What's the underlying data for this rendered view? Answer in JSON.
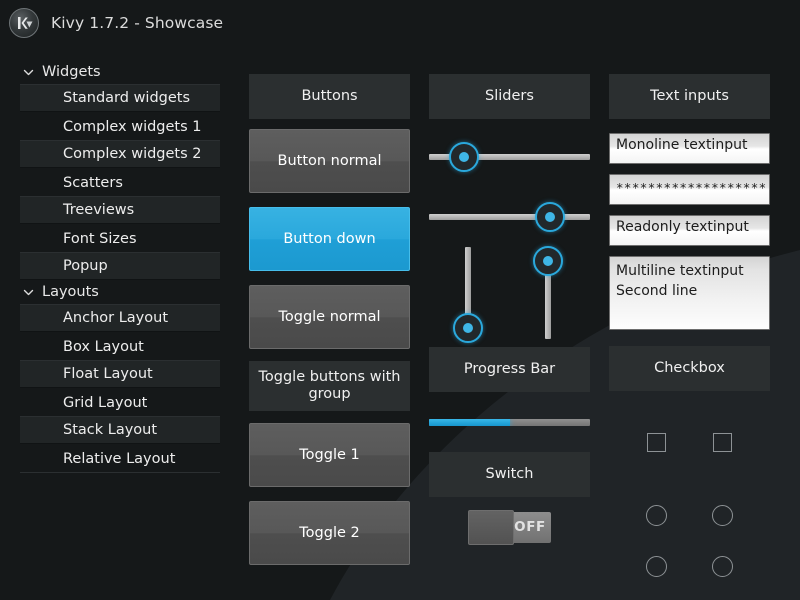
{
  "window": {
    "title": "Kivy 1.7.2 - Showcase",
    "logo_icon": "kivy-logo-icon"
  },
  "sidebar": {
    "groups": [
      {
        "label": "Widgets",
        "icon": "chevron-down-icon",
        "items": [
          "Standard widgets",
          "Complex widgets 1",
          "Complex widgets 2",
          "Scatters",
          "Treeviews",
          "Font Sizes",
          "Popup"
        ]
      },
      {
        "label": "Layouts",
        "icon": "chevron-down-icon",
        "items": [
          "Anchor Layout",
          "Box Layout",
          "Float Layout",
          "Grid Layout",
          "Stack Layout",
          "Relative Layout"
        ]
      }
    ]
  },
  "columns": {
    "buttons": {
      "header": "Buttons",
      "button_normal": "Button normal",
      "button_down": "Button down",
      "toggle_normal": "Toggle normal",
      "group_header": "Toggle buttons with group",
      "toggle_1": "Toggle 1",
      "toggle_2": "Toggle 2"
    },
    "sliders": {
      "header": "Sliders",
      "horizontal": [
        {
          "name": "slider-horizontal-1",
          "value": 22
        },
        {
          "name": "slider-horizontal-2",
          "value": 75
        }
      ],
      "vertical": [
        {
          "name": "slider-vertical-1",
          "value": 12
        },
        {
          "name": "slider-vertical-2",
          "value": 85
        }
      ],
      "progress_header": "Progress Bar",
      "progress_value": 50,
      "switch_header": "Switch",
      "switch_state": "OFF"
    },
    "textinputs": {
      "header": "Text inputs",
      "monoline_value": "Monoline textinput",
      "password_value": "*******************",
      "readonly_value": "Readonly textinput",
      "multiline_value": "Multiline textinput\nSecond line",
      "checkbox_header": "Checkbox"
    }
  },
  "colors": {
    "accent": "#2aa8dc",
    "background": "#151819",
    "panel_header": "#2b2f30",
    "button_face": "#585858",
    "text_primary": "#ededed"
  }
}
